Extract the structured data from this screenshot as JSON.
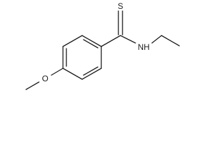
{
  "molecule": {
    "atoms": {
      "sulfur": "S",
      "nitrogen_hydrogen": "NH",
      "oxygen": "O"
    },
    "colors": {
      "bond": "#1a1a1a",
      "background": "#ffffff"
    }
  }
}
